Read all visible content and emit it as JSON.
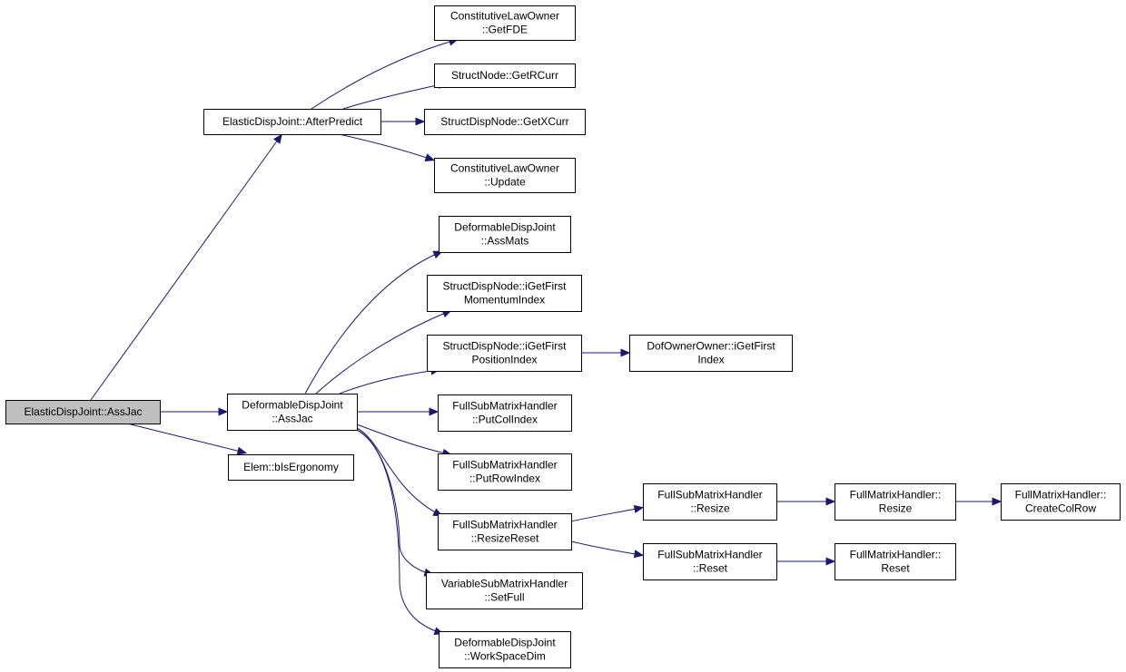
{
  "graph": {
    "nodes": [
      {
        "id": "root",
        "lines": [
          "ElasticDispJoint::AssJac"
        ],
        "root": true
      },
      {
        "id": "afterpredict",
        "lines": [
          "ElasticDispJoint::AfterPredict"
        ]
      },
      {
        "id": "getfde",
        "lines": [
          "ConstitutiveLawOwner",
          "::GetFDE"
        ]
      },
      {
        "id": "getrcurr",
        "lines": [
          "StructNode::GetRCurr"
        ]
      },
      {
        "id": "getxcurr",
        "lines": [
          "StructDispNode::GetXCurr"
        ]
      },
      {
        "id": "clupdate",
        "lines": [
          "ConstitutiveLawOwner",
          "::Update"
        ]
      },
      {
        "id": "defassjac",
        "lines": [
          "DeformableDispJoint",
          "::AssJac"
        ]
      },
      {
        "id": "bisergonomy",
        "lines": [
          "Elem::bIsErgonomy"
        ]
      },
      {
        "id": "assmats",
        "lines": [
          "DeformableDispJoint",
          "::AssMats"
        ]
      },
      {
        "id": "momidx",
        "lines": [
          "StructDispNode::iGetFirst",
          "MomentumIndex"
        ]
      },
      {
        "id": "posidx",
        "lines": [
          "StructDispNode::iGetFirst",
          "PositionIndex"
        ]
      },
      {
        "id": "dofidx",
        "lines": [
          "DofOwnerOwner::iGetFirst",
          "Index"
        ]
      },
      {
        "id": "putcol",
        "lines": [
          "FullSubMatrixHandler",
          "::PutColIndex"
        ]
      },
      {
        "id": "putrow",
        "lines": [
          "FullSubMatrixHandler",
          "::PutRowIndex"
        ]
      },
      {
        "id": "resizereset",
        "lines": [
          "FullSubMatrixHandler",
          "::ResizeReset"
        ]
      },
      {
        "id": "setfull",
        "lines": [
          "VariableSubMatrixHandler",
          "::SetFull"
        ]
      },
      {
        "id": "wsdim",
        "lines": [
          "DeformableDispJoint",
          "::WorkSpaceDim"
        ]
      },
      {
        "id": "fsresize",
        "lines": [
          "FullSubMatrixHandler",
          "::Resize"
        ]
      },
      {
        "id": "fsreset",
        "lines": [
          "FullSubMatrixHandler",
          "::Reset"
        ]
      },
      {
        "id": "fmresize",
        "lines": [
          "FullMatrixHandler::",
          "Resize"
        ]
      },
      {
        "id": "fmreset",
        "lines": [
          "FullMatrixHandler::",
          "Reset"
        ]
      },
      {
        "id": "createcolrow",
        "lines": [
          "FullMatrixHandler::",
          "CreateColRow"
        ]
      }
    ],
    "edges": [
      {
        "from": "root",
        "to": "afterpredict"
      },
      {
        "from": "root",
        "to": "defassjac"
      },
      {
        "from": "root",
        "to": "bisergonomy"
      },
      {
        "from": "afterpredict",
        "to": "getfde"
      },
      {
        "from": "afterpredict",
        "to": "getrcurr"
      },
      {
        "from": "afterpredict",
        "to": "getxcurr"
      },
      {
        "from": "afterpredict",
        "to": "clupdate"
      },
      {
        "from": "defassjac",
        "to": "assmats"
      },
      {
        "from": "defassjac",
        "to": "momidx"
      },
      {
        "from": "defassjac",
        "to": "posidx"
      },
      {
        "from": "defassjac",
        "to": "putcol"
      },
      {
        "from": "defassjac",
        "to": "putrow"
      },
      {
        "from": "defassjac",
        "to": "resizereset"
      },
      {
        "from": "defassjac",
        "to": "setfull"
      },
      {
        "from": "defassjac",
        "to": "wsdim"
      },
      {
        "from": "posidx",
        "to": "dofidx"
      },
      {
        "from": "resizereset",
        "to": "fsresize"
      },
      {
        "from": "resizereset",
        "to": "fsreset"
      },
      {
        "from": "fsresize",
        "to": "fmresize"
      },
      {
        "from": "fsreset",
        "to": "fmreset"
      },
      {
        "from": "fmresize",
        "to": "createcolrow"
      }
    ]
  },
  "colors": {
    "edge": "#191970",
    "root_fill": "#bfbfbf",
    "node_fill": "#ffffff",
    "border": "#000000"
  }
}
